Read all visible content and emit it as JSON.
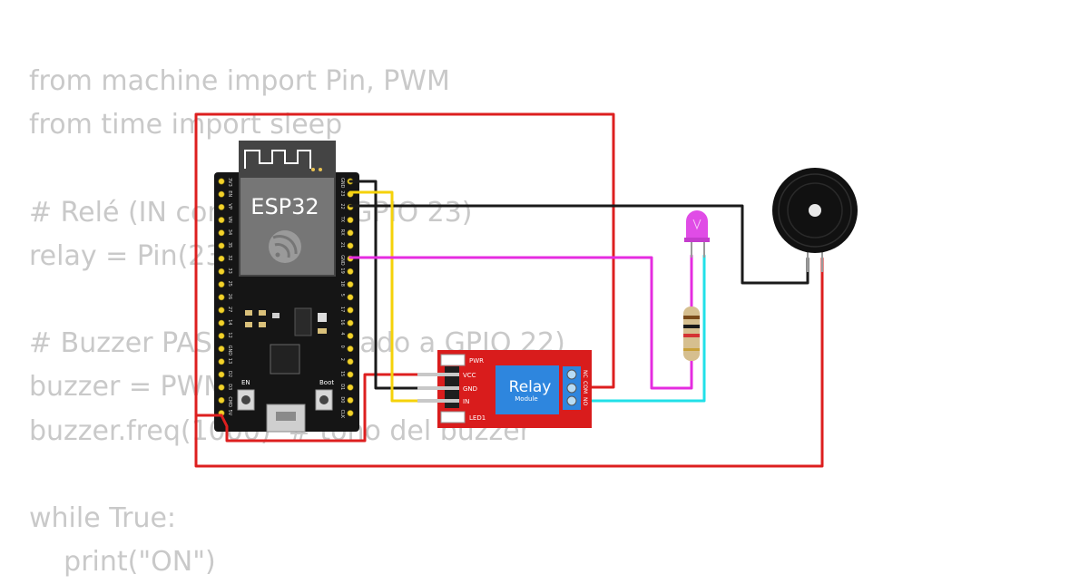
{
  "code": {
    "lines": [
      "from machine import Pin, PWM",
      "from time import sleep",
      "",
      "# Relé (IN conectado a GPIO 23)",
      "relay = Pin(23, Pin.OUT)",
      "",
      "# Buzzer PASIVO conectado a GPIO 22)",
      "buzzer = PWM(Pin(22))",
      "buzzer.freq(1000)  # tono del buzzer",
      "",
      "while True:",
      "    print(\"ON\")"
    ]
  },
  "esp32": {
    "label": "ESP32",
    "en_label": "EN",
    "boot_label": "Boot",
    "left_pins": [
      "3V3",
      "EN",
      "VP",
      "VN",
      "34",
      "35",
      "32",
      "33",
      "25",
      "26",
      "27",
      "14",
      "12",
      "GND",
      "13",
      "D2",
      "D3",
      "CMD",
      "5V"
    ],
    "right_pins": [
      "GND",
      "23",
      "22",
      "TX",
      "RX",
      "21",
      "GND",
      "19",
      "18",
      "5",
      "17",
      "16",
      "4",
      "0",
      "2",
      "15",
      "D1",
      "D0",
      "CLK"
    ]
  },
  "relay_module": {
    "label": "Relay",
    "sublabel": "Module",
    "pwr_label": "PWR",
    "led_label": "LED1",
    "pins": [
      "VCC",
      "GND",
      "IN"
    ],
    "contacts": [
      "NC",
      "COM",
      "NO"
    ]
  },
  "colors": {
    "vcc_wire": "#dd1f1f",
    "gnd_wire": "#1a1a1a",
    "signal_wire": "#f5d20a",
    "led_wire": "#e52ce0",
    "relay_out_wire": "#22e0e8",
    "board": "#151515",
    "relay_board": "#d91c1c",
    "relay_box": "#2e86de",
    "led": "#e04ce6"
  }
}
